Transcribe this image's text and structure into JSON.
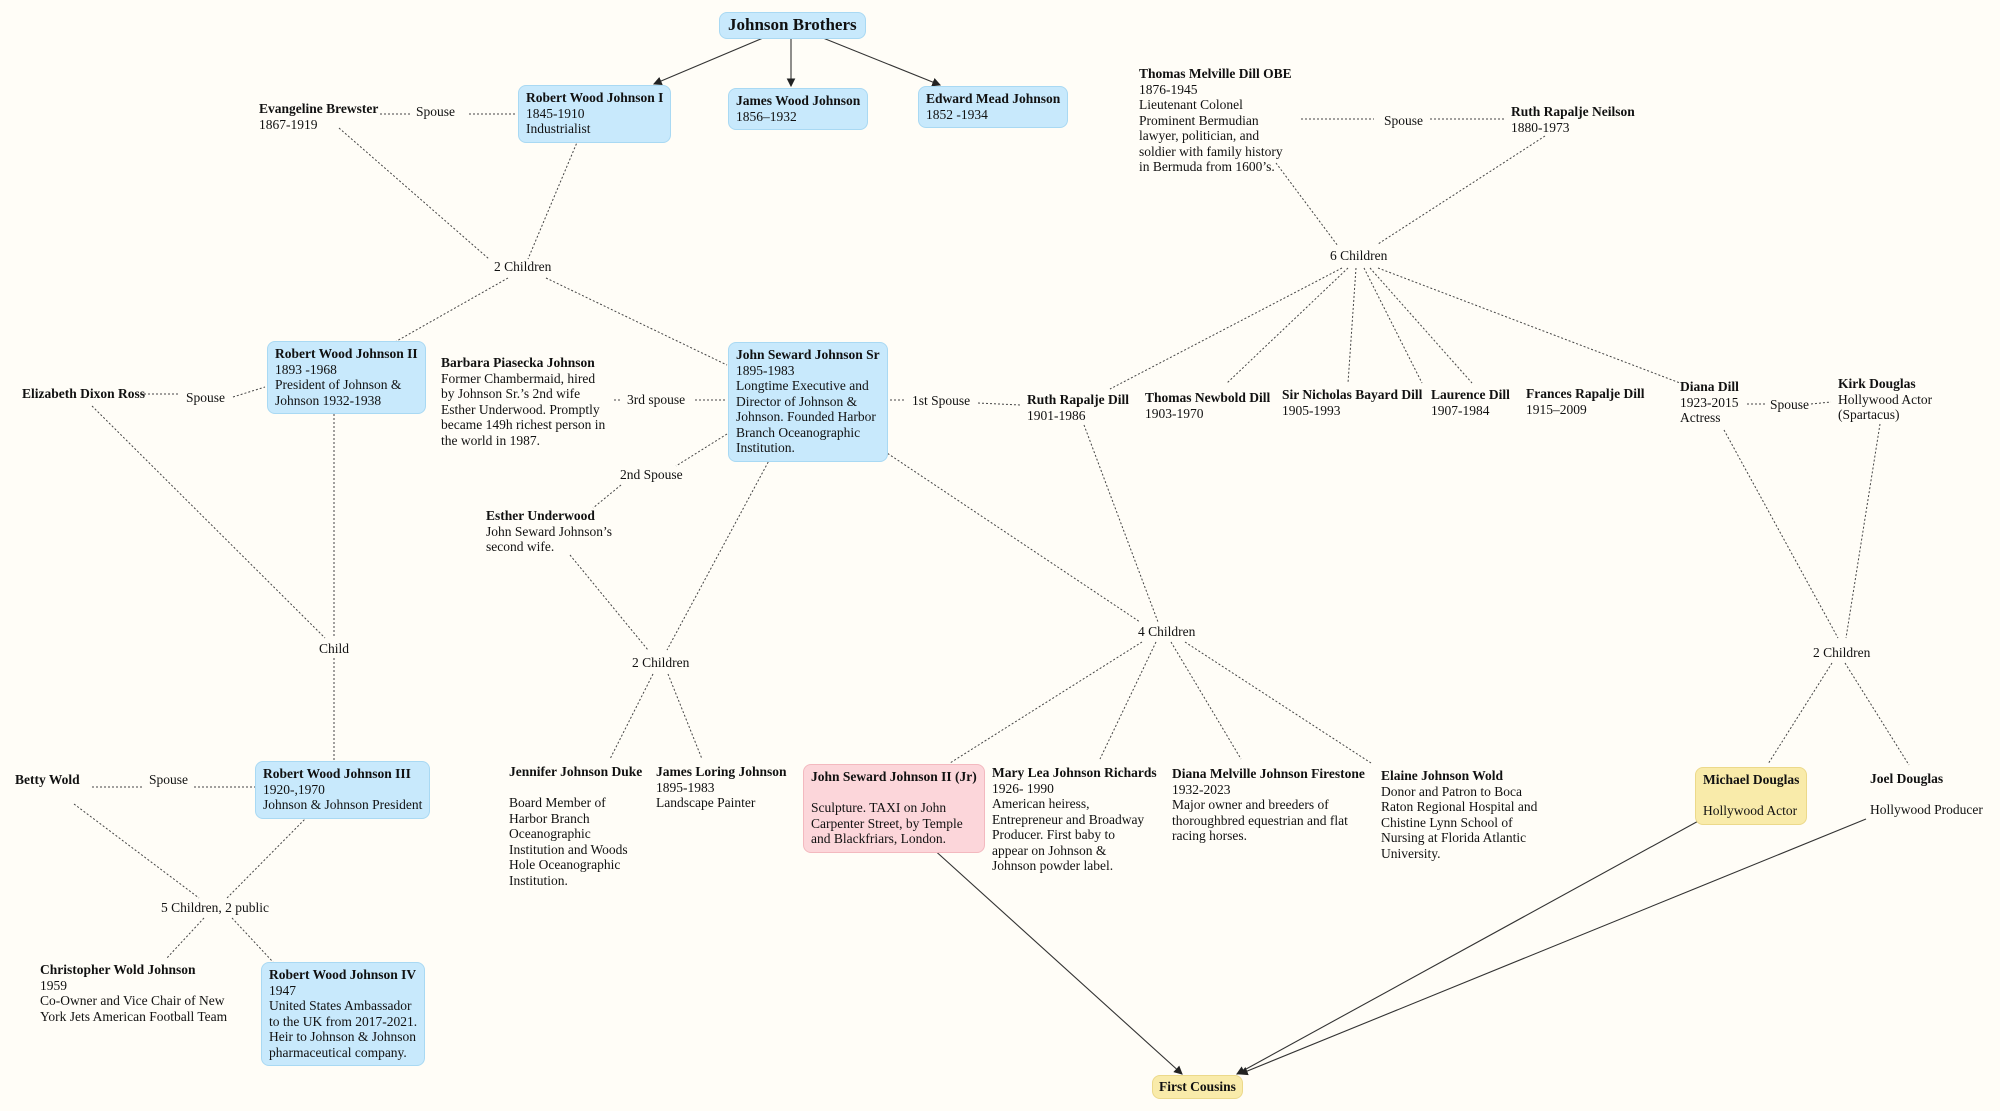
{
  "title": "Johnson Brothers",
  "colors": {
    "background": "#fffdf7",
    "highlight_blue": "#c8e9fc",
    "highlight_pink": "#fcd6da",
    "highlight_yellow": "#f9ebaa"
  },
  "people": {
    "rwj1": {
      "name": "Robert Wood Johnson I",
      "lines": [
        "1845-1910",
        "Industrialist"
      ]
    },
    "jwj": {
      "name": "James Wood Johnson",
      "lines": [
        "1856–1932"
      ]
    },
    "emj": {
      "name": "Edward Mead Johnson",
      "lines": [
        "1852 -1934"
      ]
    },
    "evangeline": {
      "name": "Evangeline Brewster",
      "lines": [
        "1867-1919"
      ]
    },
    "rwj2": {
      "name": "Robert Wood Johnson II",
      "lines": [
        "1893 -1968",
        "President of Johnson &",
        "Johnson 1932-1938"
      ]
    },
    "elizabeth": {
      "name": "Elizabeth Dixon Ross",
      "lines": []
    },
    "barbara": {
      "name": "Barbara Piasecka Johnson",
      "lines": [
        "Former Chambermaid, hired",
        "by Johnson Sr.’s 2nd wife",
        "Esther Underwood. Promptly",
        "became 149h richest person in",
        "the world in 1987."
      ]
    },
    "jsjsr": {
      "name": "John Seward Johnson Sr",
      "lines": [
        "1895-1983",
        "Longtime Executive and",
        "Director of Johnson &",
        "Johnson. Founded Harbor",
        "Branch Oceanographic",
        "Institution."
      ]
    },
    "esther": {
      "name": "Esther Underwood",
      "lines": [
        "John Seward Johnson’s",
        "second wife."
      ]
    },
    "rwj3": {
      "name": "Robert Wood Johnson III",
      "lines": [
        "1920-,1970",
        "Johnson & Johnson President"
      ]
    },
    "betty": {
      "name": "Betty Wold",
      "lines": []
    },
    "christopher": {
      "name": "Christopher Wold Johnson",
      "lines": [
        "1959",
        "Co-Owner and Vice Chair of New",
        "York Jets American Football Team"
      ]
    },
    "rwj4": {
      "name": "Robert Wood Johnson IV",
      "lines": [
        "1947",
        "United States Ambassador",
        "to the UK from 2017-2021.",
        "Heir to Johnson & Johnson",
        "pharmaceutical company."
      ]
    },
    "jennifer": {
      "name": "Jennifer Johnson Duke",
      "lines": [
        "",
        "Board Member of",
        "Harbor Branch",
        "Oceanographic",
        "Institution and Woods",
        "Hole Oceanographic",
        "Institution."
      ]
    },
    "jamesloring": {
      "name": "James Loring Johnson",
      "lines": [
        "1895-1983",
        "Landscape Painter"
      ]
    },
    "jsj2": {
      "name": "John Seward Johnson II (Jr)",
      "lines": [
        "",
        "Sculpture. TAXI on John",
        "Carpenter Street, by Temple",
        "and Blackfriars, London."
      ]
    },
    "marylea": {
      "name": "Mary Lea Johnson Richards",
      "lines": [
        "1926- 1990",
        "American heiress,",
        "Entrepreneur and Broadway",
        "Producer. First baby to",
        "appear on Johnson &",
        "Johnson powder label."
      ]
    },
    "dianamf": {
      "name": "Diana Melville Johnson Firestone",
      "lines": [
        "1932-2023",
        "Major owner and breeders of",
        "thoroughbred equestrian and flat",
        "racing horses."
      ]
    },
    "elaine": {
      "name": "Elaine Johnson Wold",
      "lines": [
        "Donor and Patron to Boca",
        "Raton Regional Hospital and",
        "Chistine Lynn School of",
        "Nursing at Florida Atlantic",
        "University."
      ]
    },
    "thomasdill": {
      "name": "Thomas Melville Dill OBE",
      "lines": [
        "1876-1945",
        "Lieutenant Colonel",
        "Prominent Bermudian",
        "lawyer, politician, and",
        "soldier with family history",
        "in Bermuda from 1600’s."
      ]
    },
    "ruthneilson": {
      "name": "Ruth Rapalje Neilson",
      "lines": [
        "1880-1973"
      ]
    },
    "ruthdill": {
      "name": "Ruth Rapalje Dill",
      "lines": [
        "1901-1986"
      ]
    },
    "thomasnewbold": {
      "name": "Thomas Newbold Dill",
      "lines": [
        "1903-1970"
      ]
    },
    "nicholas": {
      "name": "Sir Nicholas Bayard Dill",
      "lines": [
        "1905-1993"
      ]
    },
    "laurence": {
      "name": "Laurence Dill",
      "lines": [
        "1907-1984"
      ]
    },
    "frances": {
      "name": "Frances Rapalje Dill",
      "lines": [
        "1915–2009"
      ]
    },
    "dianadill": {
      "name": "Diana Dill",
      "lines": [
        "1923-2015",
        "Actress"
      ]
    },
    "kirk": {
      "name": "Kirk Douglas",
      "lines": [
        "Hollywood Actor",
        "(Spartacus)"
      ]
    },
    "michael": {
      "name": "Michael Douglas",
      "lines": [
        "",
        "Hollywood Actor"
      ]
    },
    "joel": {
      "name": "Joel Douglas",
      "lines": [
        "",
        "Hollywood Producer"
      ]
    },
    "cousins": {
      "name": "First Cousins",
      "lines": []
    }
  },
  "labels": {
    "spouse_rwj1": "Spouse",
    "children_rwj1": "2 Children",
    "spouse_rwj2": "Spouse",
    "third_spouse": "3rd spouse",
    "first_spouse": "1st Spouse",
    "second_spouse": "2nd Spouse",
    "child_rwj2": "Child",
    "children_jsj_esther": "2 Children",
    "spouse_rwj3": "Spouse",
    "children_rwj3": "5 Children, 2 public",
    "children_jsj_ruth": "4 Children",
    "spouse_dill": "Spouse",
    "children_dill": "6 Children",
    "spouse_diana": "Spouse",
    "children_douglas": "2 Children"
  }
}
